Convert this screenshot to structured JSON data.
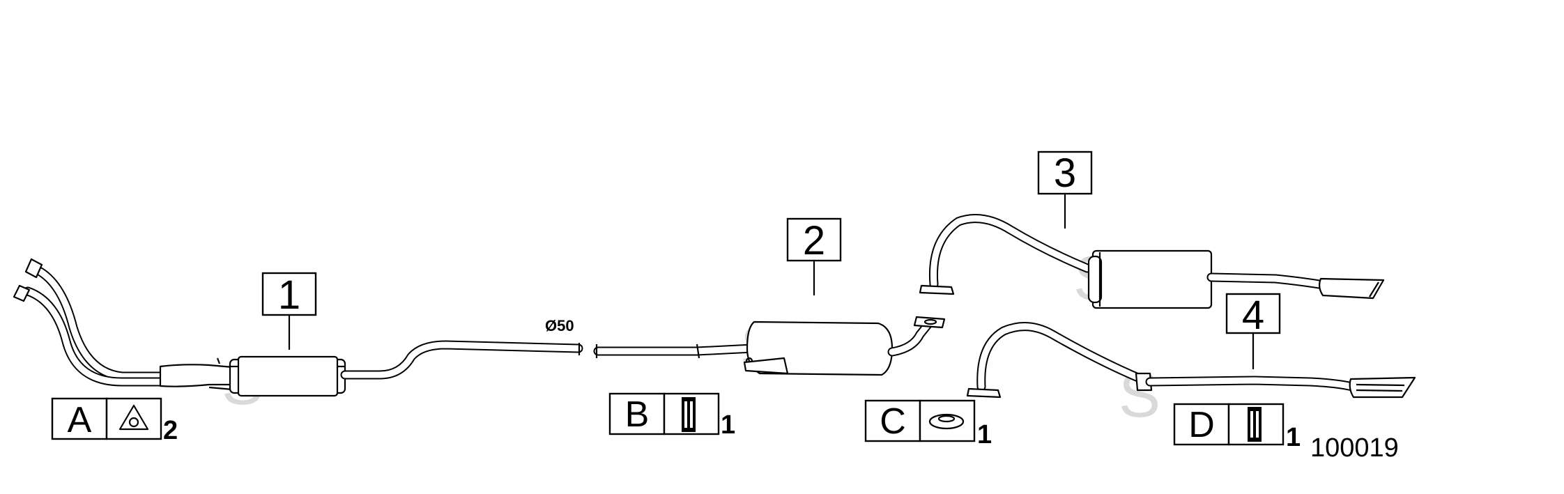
{
  "parts": [
    {
      "id": "part-1",
      "label": "1"
    },
    {
      "id": "part-2",
      "label": "2"
    },
    {
      "id": "part-3",
      "label": "3"
    },
    {
      "id": "part-4",
      "label": "4"
    }
  ],
  "accessories": [
    {
      "letter": "A",
      "icon": "flange-gasket-icon",
      "qty": "2"
    },
    {
      "letter": "B",
      "icon": "clamp-icon",
      "qty": "1"
    },
    {
      "letter": "C",
      "icon": "rubber-ring-icon",
      "qty": "1"
    },
    {
      "letter": "D",
      "icon": "clamp-icon",
      "qty": "1"
    }
  ],
  "dimension": "Ø50",
  "reference": "100019",
  "watermark": "S",
  "colors": {
    "line": "#000000",
    "background": "#ffffff",
    "watermark": "#d9d9d9"
  }
}
